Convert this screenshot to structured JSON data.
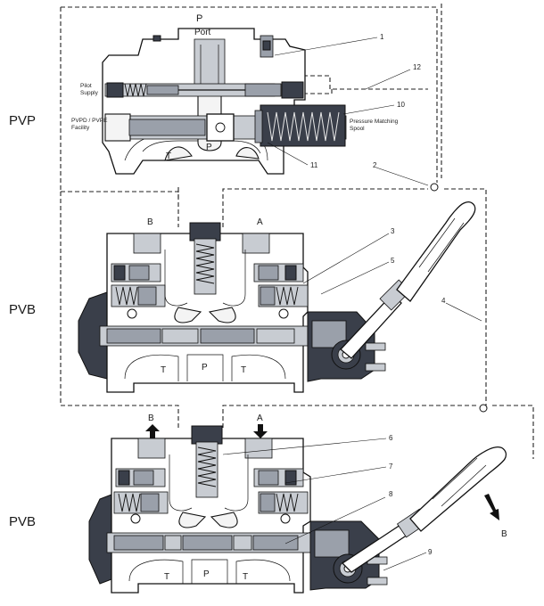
{
  "sections": {
    "pvp": "PVP",
    "pvb1": "PVB",
    "pvb2": "PVB"
  },
  "ports": {
    "p_top": "P",
    "port_word": "Port",
    "pvp_t": "T",
    "pvp_p": "P",
    "pvb1_b": "B",
    "pvb1_a": "A",
    "pvb1_t_left": "T",
    "pvb1_p": "P",
    "pvb1_t_right": "T",
    "pvb2_b": "B",
    "pvb2_a": "A",
    "pvb2_t_left": "T",
    "pvb2_p": "P",
    "pvb2_t_right": "T",
    "lever_dir": "B"
  },
  "labels": {
    "pilot_supply_1": "Pilot",
    "pilot_supply_2": "Supply",
    "pvpd_1": "PVPD / PVPE",
    "pvpd_2": "Facility",
    "pressure_matching_1": "Pressure Matching",
    "pressure_matching_2": "Spool"
  },
  "callouts": [
    "1",
    "12",
    "10",
    "2",
    "11",
    "3",
    "5",
    "4",
    "6",
    "7",
    "8",
    "9"
  ],
  "colors": {
    "outline": "#111111",
    "dark_fill": "#3a3f4a",
    "mid_fill": "#9aa0aa",
    "light_fill": "#c8ccd2"
  }
}
